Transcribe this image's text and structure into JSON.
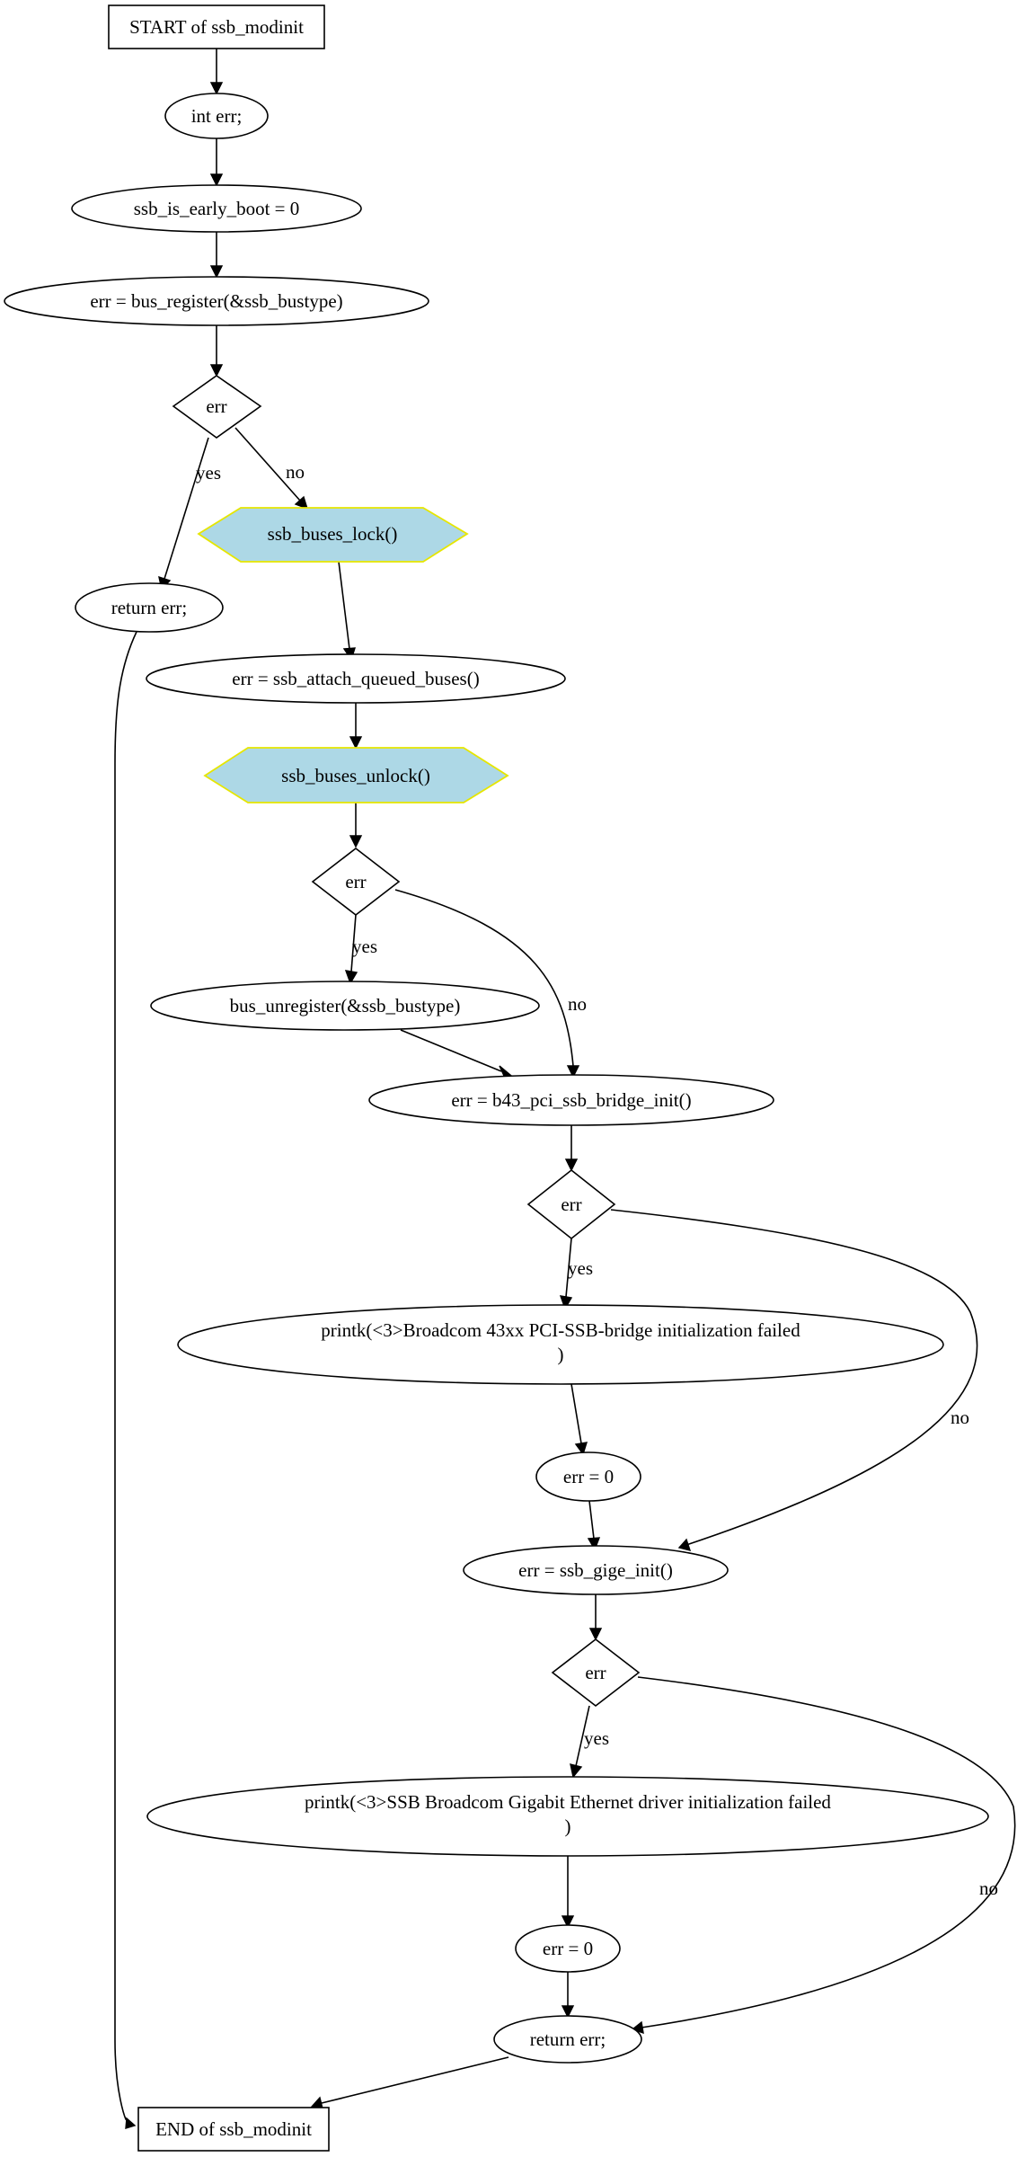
{
  "nodes": {
    "start": "START of ssb_modinit",
    "int_err": "int err;",
    "early_boot": "ssb_is_early_boot = 0",
    "bus_register": "err = bus_register(&ssb_bustype)",
    "cond1": "err",
    "return1": "return err;",
    "lock": "ssb_buses_lock()",
    "attach": "err = ssb_attach_queued_buses()",
    "unlock": "ssb_buses_unlock()",
    "cond2": "err",
    "unregister": "bus_unregister(&ssb_bustype)",
    "bridge_init": "err = b43_pci_ssb_bridge_init()",
    "cond3": "err",
    "printk1_l1": "printk(<3>Broadcom 43xx PCI-SSB-bridge initialization failed",
    "printk1_l2": ")",
    "err0_1": "err = 0",
    "gige_init": "err = ssb_gige_init()",
    "cond4": "err",
    "printk2_l1": "printk(<3>SSB Broadcom Gigabit Ethernet driver initialization failed",
    "printk2_l2": ")",
    "err0_2": "err = 0",
    "return2": "return err;",
    "end": "END of ssb_modinit"
  },
  "edge_labels": {
    "c1_yes": "yes",
    "c1_no": "no",
    "c2_yes": "yes",
    "c2_no": "no",
    "c3_yes": "yes",
    "c3_no": "no",
    "c4_yes": "yes",
    "c4_no": "no"
  },
  "colors": {
    "hexagon_fill": "#add8e6",
    "hexagon_stroke": "#e6e600"
  }
}
